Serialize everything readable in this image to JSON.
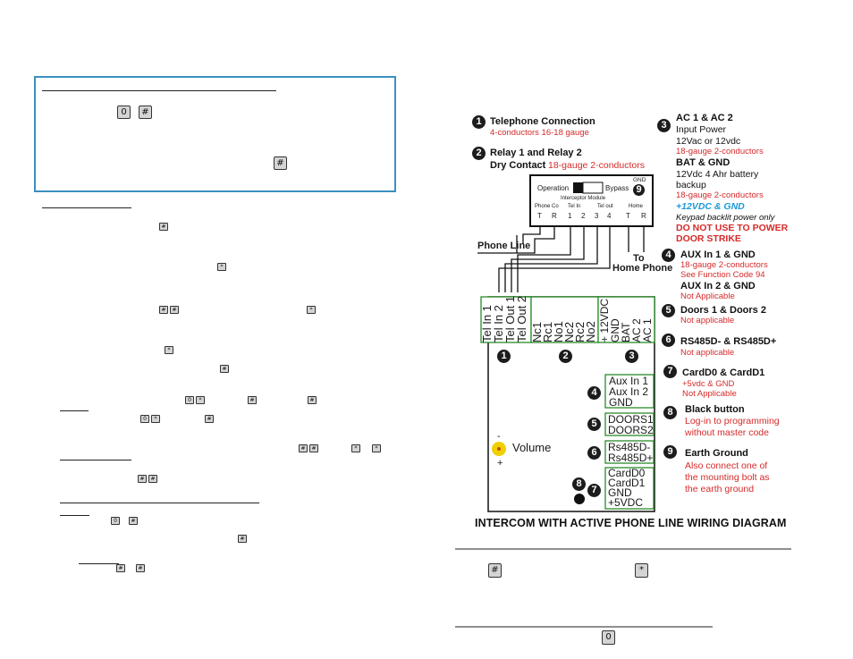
{
  "keys": {
    "zero": "0",
    "hash": "#",
    "star": "*"
  },
  "diagram": {
    "caption": "INTERCOM WITH ACTIVE PHONE LINE WIRING DIAGRAM",
    "module": {
      "operation": "Operation",
      "bypass": "Bypass",
      "gnd": "GND",
      "name": "Interceptor Module",
      "groups": [
        "Phone Co",
        "Tel In",
        "Tel out",
        "Home"
      ],
      "terminals": [
        "T",
        "R",
        "1",
        "2",
        "3",
        "4",
        "T",
        "R"
      ],
      "badge": "9"
    },
    "phone_line": "Phone Line",
    "to_home_phone": [
      "To",
      "Home Phone"
    ],
    "top_terminals": [
      "Tel In 1",
      "Tel In 2",
      "Tel Out 1",
      "Tel Out 2"
    ],
    "relay_terminals": [
      "Nc1",
      "Rc1",
      "No1",
      "Nc2",
      "Rc2",
      "No2"
    ],
    "power_terminals": [
      "+ 12VDC",
      "GND",
      "BAT",
      "AC 2",
      "AC 1"
    ],
    "aux_terminals": [
      "Aux In 1",
      "Aux In 2",
      "GND"
    ],
    "door_terminals": [
      "DOORS1",
      "DOORS2"
    ],
    "rs_terminals": [
      "Rs485D-",
      "Rs485D+"
    ],
    "card_terminals": [
      "CardD0",
      "CardD1",
      "GND",
      "+5VDC"
    ],
    "volume": "Volume",
    "minus": "-",
    "plus": "+",
    "nums": [
      "1",
      "2",
      "3",
      "4",
      "5",
      "6",
      "7",
      "8"
    ]
  },
  "legend": [
    {
      "num": "1",
      "title": "Telephone Connection",
      "lines": [
        "4-conductors 16-18 gauge"
      ]
    },
    {
      "num": "2",
      "title": "Relay 1 and Relay 2",
      "title2": "Dry Contact",
      "inline": "18-gauge 2-conductors"
    },
    {
      "num": "3",
      "title": "AC 1 & AC 2",
      "lines": [
        "Input Power",
        "12Vac or 12vdc",
        "18-gauge 2-conductors",
        "BAT & GND",
        "12Vdc 4 Ahr battery",
        "backup",
        "18-gauge 2-conductors",
        "+12VDC & GND",
        "Keypad backlit power only",
        "DO NOT USE TO POWER",
        "DOOR STRIKE"
      ]
    },
    {
      "num": "4",
      "title": "AUX In 1 & GND",
      "lines": [
        "18-gauge 2-conductors",
        "See Function Code 94",
        "AUX In 2 & GND",
        "Not Applicable"
      ]
    },
    {
      "num": "5",
      "title": "Doors 1 & Doors 2",
      "lines": [
        "Not applicable"
      ]
    },
    {
      "num": "6",
      "title": "RS485D- & RS485D+",
      "lines": [
        "Not applicable"
      ]
    },
    {
      "num": "7",
      "title": "CardD0 & CardD1",
      "lines": [
        "+5vdc & GND",
        "Not Applicable"
      ]
    },
    {
      "num": "8",
      "title": "Black button",
      "lines": [
        "Log-in to programming",
        "without master code"
      ]
    },
    {
      "num": "9",
      "title": "Earth Ground",
      "lines": [
        "Also connect one of",
        "the mounting bolt as",
        "the earth ground"
      ]
    }
  ]
}
